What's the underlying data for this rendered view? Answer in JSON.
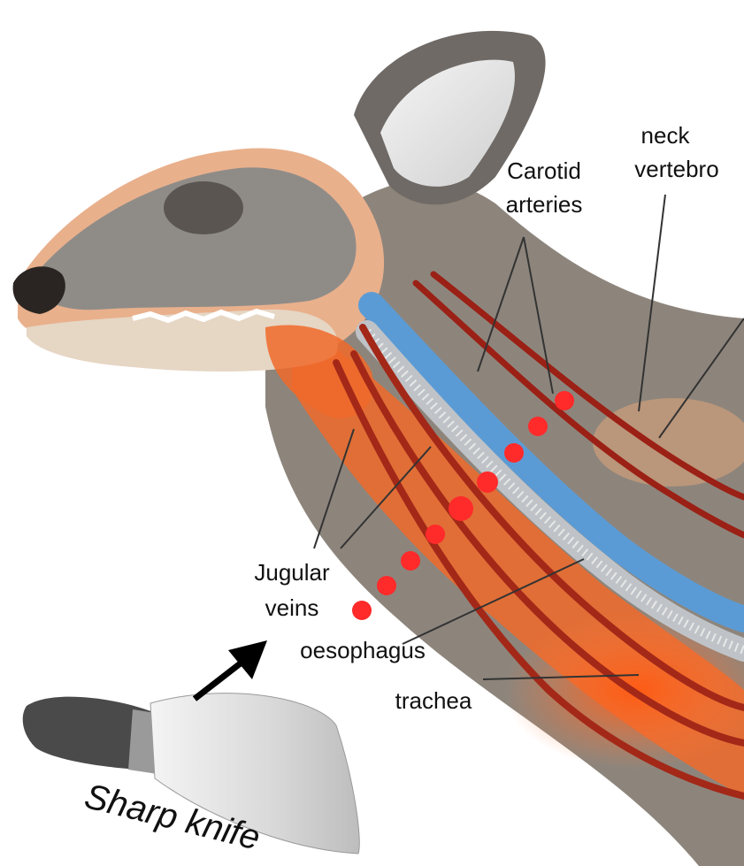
{
  "labels": {
    "neck": "neck",
    "vertebro": "vertebro",
    "carotid_line1": "Carotid",
    "carotid_line2": "arteries",
    "jugular_line1": "Jugular",
    "jugular_line2": "veins",
    "oesophagus": "oesophagus",
    "trachea": "trachea",
    "knife": "Sharp knife"
  },
  "colors": {
    "skull": "#8f8c88",
    "head_skin": "#e9b08c",
    "neck_body": "#8d857c",
    "muscle_orange": "#f06a2a",
    "vein_blue": "#5b9bd5",
    "artery_red": "#9b2015",
    "cut_dot_red": "#ff2a2a",
    "knife_blade": "#d9d9d9",
    "knife_handle": "#4a4a4a"
  }
}
